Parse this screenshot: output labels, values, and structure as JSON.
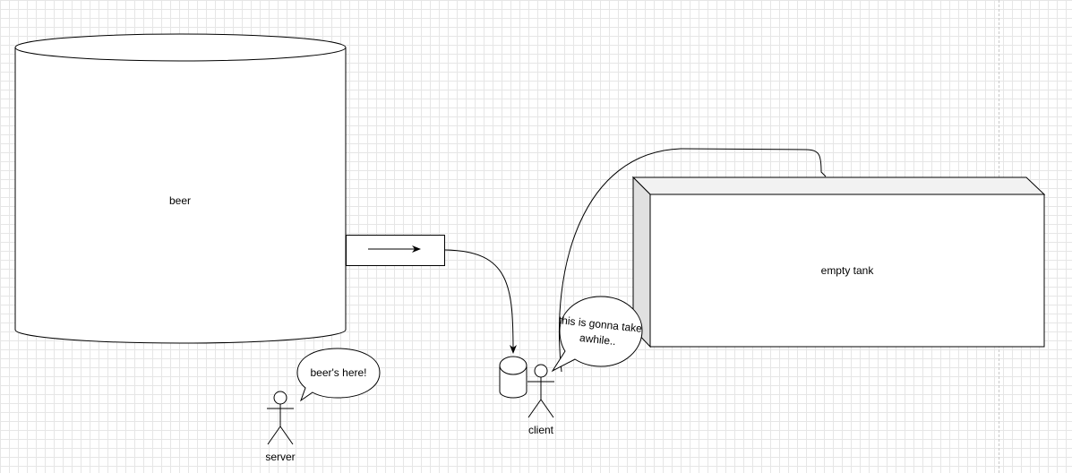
{
  "diagram": {
    "beer_label": "beer",
    "tank_label": "empty tank",
    "server_label": "server",
    "client_label": "client",
    "server_bubble": "beer's here!",
    "client_bubble_lines": [
      "this is gonna take",
      "awhile.."
    ]
  }
}
